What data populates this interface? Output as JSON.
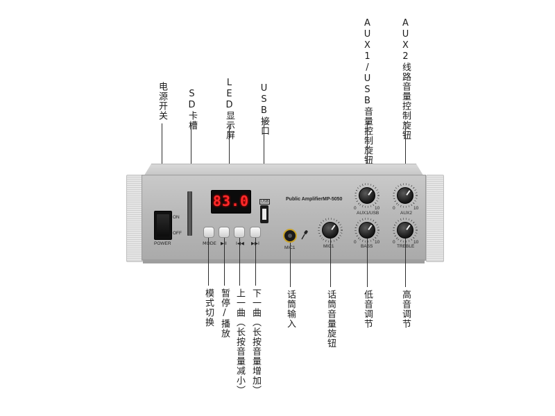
{
  "callouts_top": {
    "power_switch": "电源开关",
    "sd_slot": "SD卡槽",
    "led_display": "LED显示屏",
    "usb_port": "USB接口",
    "aux1_volume": "AUX1/USB音量控制旋钮",
    "aux2_volume": "AUX2线路音量控制旋钮"
  },
  "callouts_bottom": {
    "mode_switch": "模式切换",
    "pause_play": "暂停/播放",
    "prev_track": "上一曲（长按音量减小）",
    "next_track": "下一曲（长按音量增加）",
    "mic_input": "话筒输入",
    "mic_volume": "话筒音量旋钮",
    "bass": "低音调节",
    "treble": "高音调节"
  },
  "panel": {
    "product_name": "Public Amplifier",
    "model": "MP-5050",
    "led_readout": "83.0",
    "power_on_label": "ON",
    "power_off_label": "OFF",
    "power_label": "POWER",
    "mode_label": "MODE",
    "play_pause_icon": "▶II",
    "prev_icon": "I◀◀",
    "next_icon": "▶▶I",
    "mic1_label": "MIC1",
    "mic1_knob_label": "MIC1",
    "aux1_label": "AUX1/USB",
    "aux2_label": "AUX2",
    "bass_label": "BASS",
    "treble_label": "TREBLE",
    "scale_min": "0",
    "scale_max": "10",
    "usb_badge": "USB"
  }
}
